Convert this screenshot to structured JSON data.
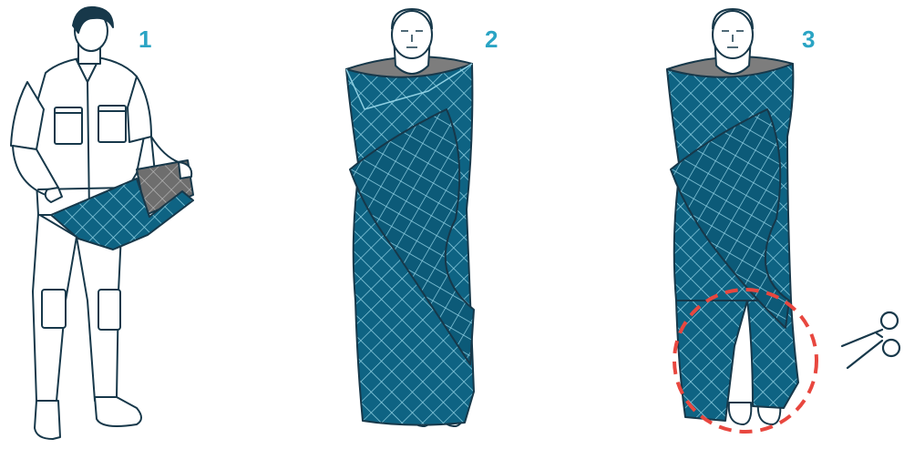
{
  "steps": [
    {
      "number": "1"
    },
    {
      "number": "2"
    },
    {
      "number": "3"
    }
  ],
  "colors": {
    "accent": "#2aa4c4",
    "blanket": "#0e6383",
    "blanket_dark": "#0a4f6a",
    "net": "#8fd0e3",
    "lining": "#7d7d7d",
    "outline": "#17384a",
    "cut_circle": "#e8473f"
  },
  "icons": {
    "scissors": "scissors-icon"
  }
}
